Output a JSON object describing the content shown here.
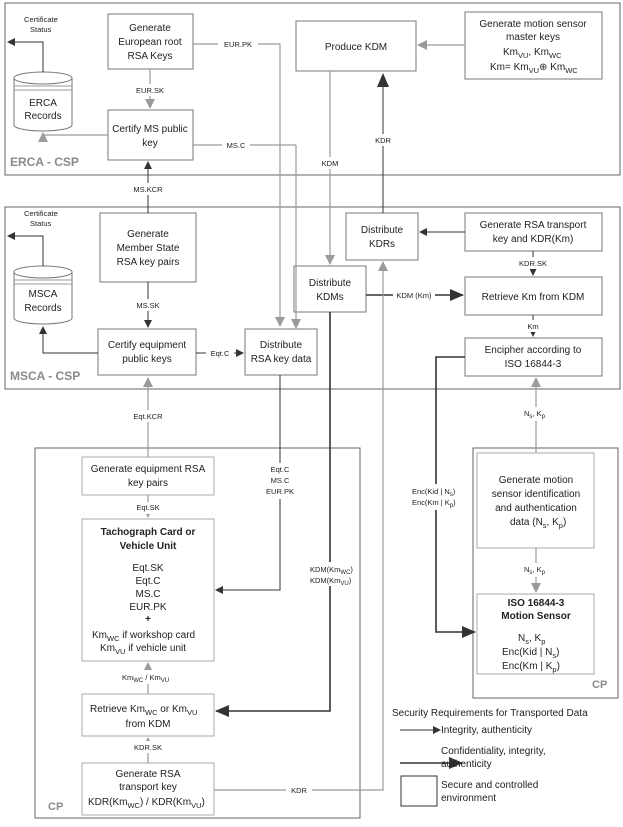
{
  "zones": {
    "erca": "ERCA - CSP",
    "msca": "MSCA - CSP",
    "cp_card": "CP",
    "cp_sensor": "CP"
  },
  "boxes": {
    "erca_records": [
      "ERCA",
      "Records"
    ],
    "gen_eur_root": [
      "Generate",
      "European root",
      "RSA Keys"
    ],
    "certify_ms": [
      "Certify MS public",
      "key"
    ],
    "produce_kdm": [
      "Produce KDM"
    ],
    "gen_sensor_master": [
      "Generate motion sensor",
      "master keys"
    ],
    "sensor_master_l1": "Km",
    "sensor_master_l2": "Km= Km",
    "msca_records": [
      "MSCA",
      "Records"
    ],
    "gen_ms_rsa": [
      "Generate",
      "Member State",
      "RSA key pairs"
    ],
    "certify_eqt": [
      "Certify equipment",
      "public keys"
    ],
    "distribute_rsa": [
      "Distribute",
      "RSA key data"
    ],
    "distribute_kdrs": [
      "Distribute",
      "KDRs"
    ],
    "distribute_kdms": [
      "Distribute",
      "KDMs"
    ],
    "gen_rsa_transport_kdr": [
      "Generate RSA transport",
      "key and KDR(Km)"
    ],
    "retrieve_km": [
      "Retrieve Km from KDM"
    ],
    "encipher": [
      "Encipher according to",
      "ISO 16844-3"
    ],
    "gen_eqt_rsa": [
      "Generate equipment RSA",
      "key pairs"
    ],
    "tacho_title": [
      "Tachograph Card or",
      "Vehicle Unit"
    ],
    "tacho_items": [
      "Eqt.SK",
      "Eqt.C",
      "MS.C",
      "EUR.PK",
      "+"
    ],
    "tacho_if_wc": "if workshop card",
    "tacho_if_vu": "if vehicle unit",
    "retrieve_kmwc_a": "Retrieve Km",
    "retrieve_kmwc_or": "or Km",
    "retrieve_kmwc_b": "from KDM",
    "gen_rsa_transport": [
      "Generate RSA",
      "transport key"
    ],
    "gen_rsa_transport_kdr_a": "KDR(Km",
    "gen_rsa_transport_kdr_b": ") / KDR(Km",
    "gen_sensor_id": [
      "Generate motion",
      "sensor identification",
      "and authentication",
      "data (N"
    ],
    "iso_sensor": [
      "ISO 16844-3",
      "Motion Sensor"
    ],
    "iso_sensor_items": [
      "N",
      "Enc(Kid | N",
      "Enc(Km | K"
    ]
  },
  "labels": {
    "cert_status_1": [
      "Certificate",
      "Status"
    ],
    "cert_status_2": [
      "Certificate",
      "Status"
    ],
    "eur_pk": "EUR.PK",
    "eur_sk": "EUR.SK",
    "ms_c": "MS.C",
    "ms_kcr": "MS.KCR",
    "kdm": "KDM",
    "kdr": "KDR",
    "kdr_sk": "KDR.SK",
    "km": "Km",
    "kdm_km": "KDM (Km)",
    "ms_sk": "MS.SK",
    "eqt_c": "Eqt.C",
    "eqt_kcr": "Eqt.KCR",
    "eqt_sk": "Eqt.SK",
    "kdr_sk_2": "KDR.SK",
    "kdr_bottom": "KDR",
    "eqtc_msc_eurpk": [
      "Eqt.C",
      "MS.C",
      "EUR.PK"
    ],
    "kdm_kmwc": "KDM(Km",
    "kdm_kmvu": "KDM(Km",
    "enc_kid": "Enc(Kid | N",
    "enc_km": "Enc(Km | K",
    "ns_kp_top": "N",
    "ns_kp_mid": "N",
    "kmwc_kmvu": "Km"
  },
  "subs": {
    "vu": "VU",
    "wc": "WC",
    "s": "s",
    "p": "p",
    "xor": "⊕"
  },
  "legend": {
    "title": "Security Requirements for Transported Data",
    "items": [
      "Integrity, authenticity",
      "Confidentiality, integrity,",
      "authenticity",
      "Secure and controlled",
      "environment"
    ]
  }
}
